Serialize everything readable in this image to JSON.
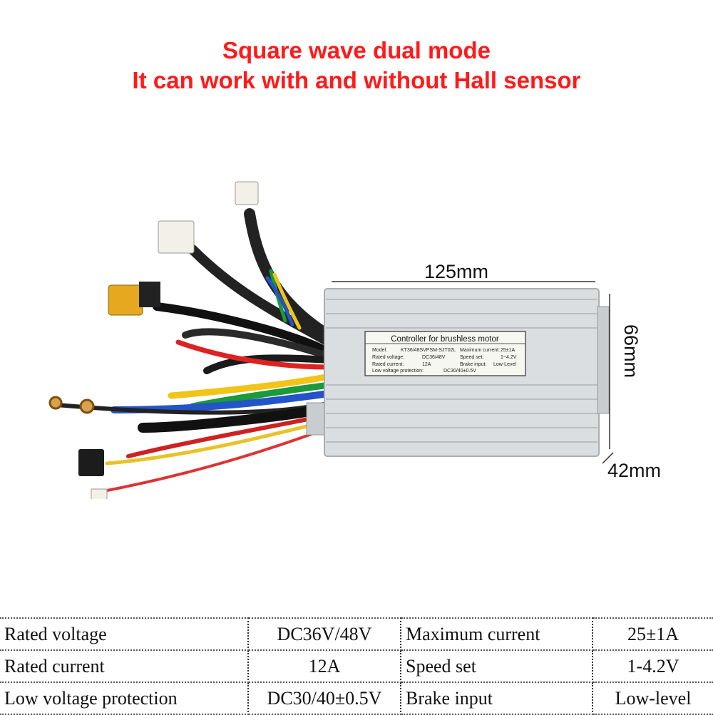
{
  "headline": {
    "line1": "Square wave dual mode",
    "line2": "It can work with and without Hall sensor"
  },
  "dimensions": {
    "width": "125mm",
    "height": "66mm",
    "depth": "42mm"
  },
  "label": {
    "title": "Controller for brushless motor",
    "model_key": "Model:",
    "model_val": "KT36/48SVPSM-SJT02L",
    "max_current_key": "Maximum current:",
    "max_current_val": "25±1A",
    "rated_voltage_key": "Rated voltage:",
    "rated_voltage_val": "DC36/48V",
    "speed_set_key": "Speed set:",
    "speed_set_val": "1~4.2V",
    "rated_current_key": "Rated current:",
    "rated_current_val": "12A",
    "brake_key": "Brake input:",
    "brake_val": "Low-Level",
    "low_voltage_key": "Low voltage protection:",
    "low_voltage_val": "DC30/40±0.5V"
  },
  "specs": [
    [
      "Rated voltage",
      "DC36V/48V",
      "Maximum current",
      "25±1A"
    ],
    [
      "Rated current",
      "12A",
      "Speed set",
      "1-4.2V"
    ],
    [
      "Low voltage protection",
      "DC30/40±0.5V",
      "Brake input",
      "Low-level"
    ]
  ],
  "colors": {
    "headline": "#ff1a1a",
    "housing": "#d9dde0"
  }
}
